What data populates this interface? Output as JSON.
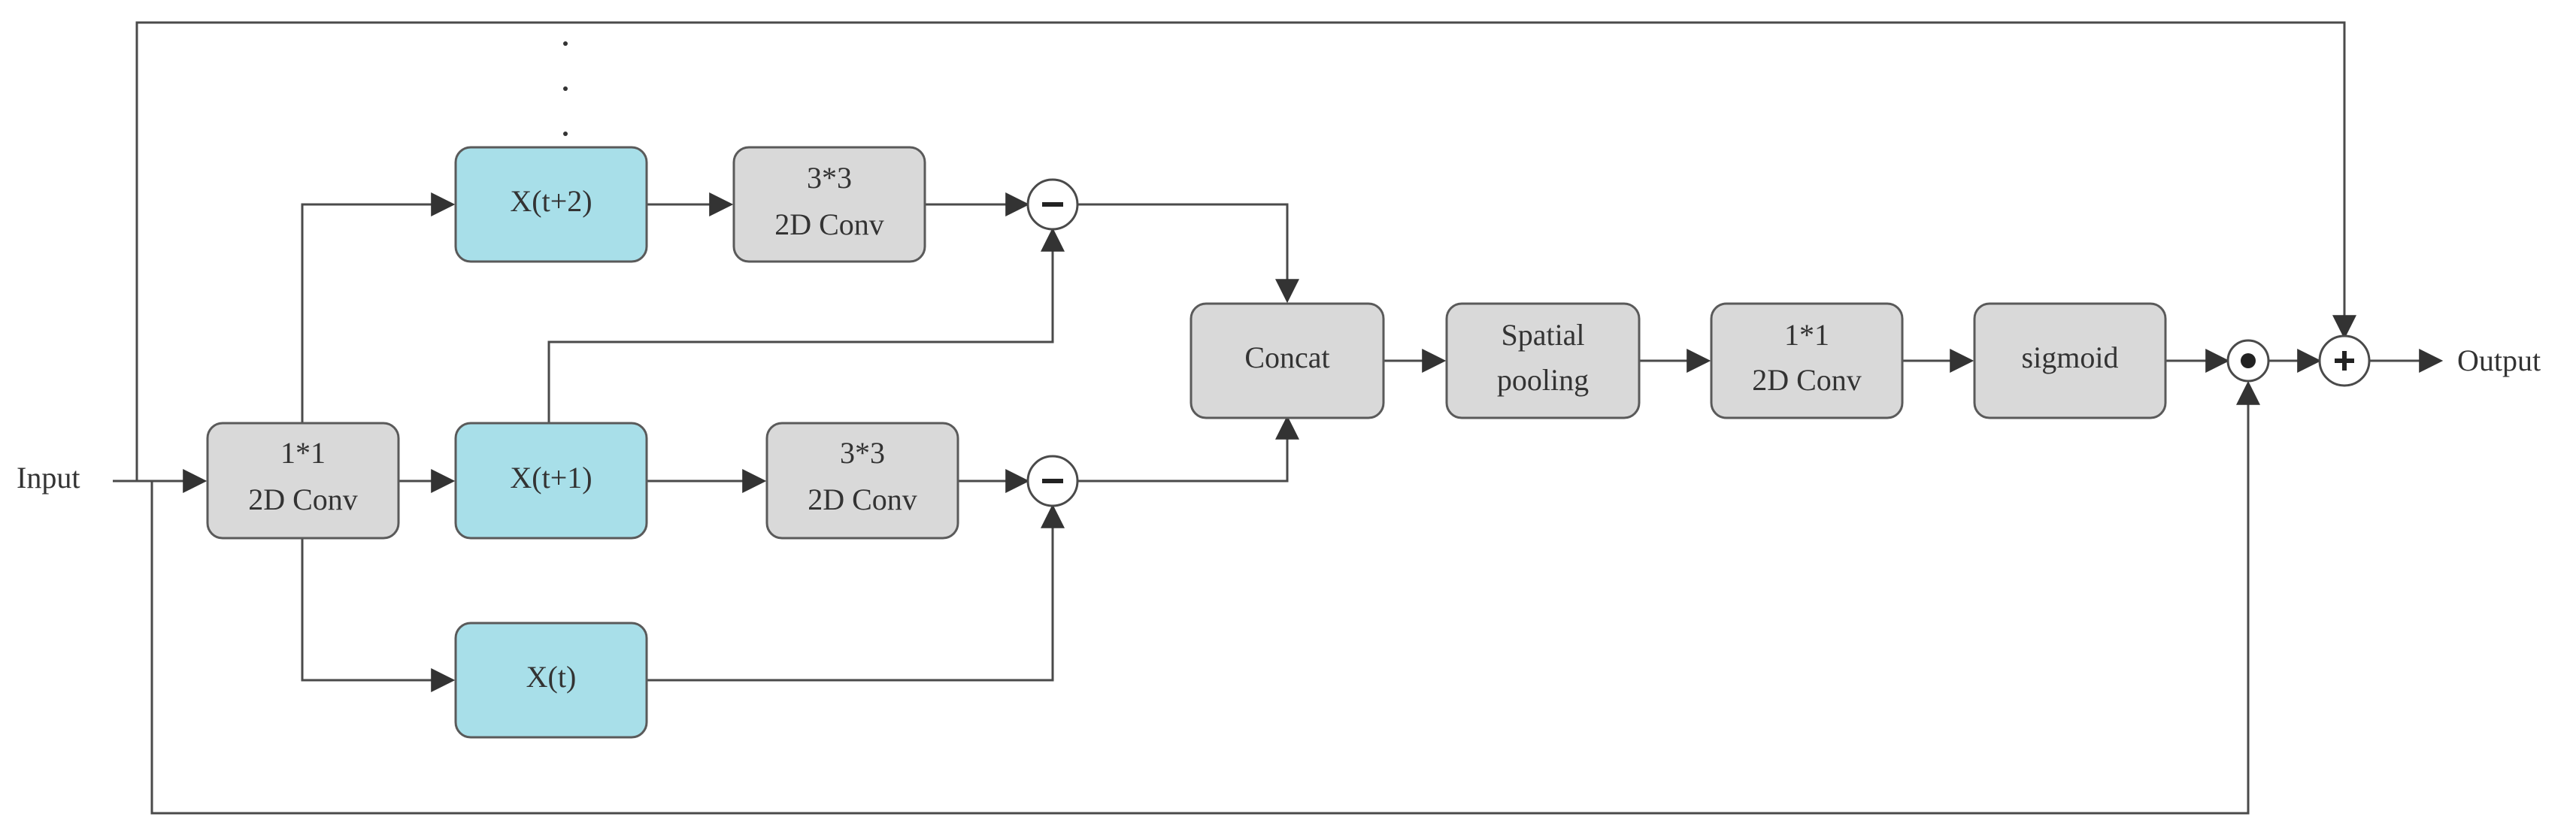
{
  "diagram": {
    "colors": {
      "gray_block": "#d9d9d9",
      "cyan_block": "#a8dfe9",
      "line": "#4a4a4a",
      "border": "#5a5a5a"
    },
    "input_label": "Input",
    "output_label": "Output",
    "blocks": {
      "conv1_left": [
        "1*1",
        "2D Conv"
      ],
      "x_t2": [
        "X(t+2)"
      ],
      "x_t1": [
        "X(t+1)"
      ],
      "x_t": [
        "X(t)"
      ],
      "conv3_top": [
        "3*3",
        "2D Conv"
      ],
      "conv3_mid": [
        "3*3",
        "2D Conv"
      ],
      "concat": [
        "Concat"
      ],
      "spatial_pool": [
        "Spatial",
        "pooling"
      ],
      "conv1_right": [
        "1*1",
        "2D Conv"
      ],
      "sigmoid": [
        "sigmoid"
      ]
    },
    "operators": {
      "sub_top": "minus-operator",
      "sub_mid": "minus-operator",
      "mul": "hadamard-product-operator",
      "add": "plus-operator"
    },
    "ellipsis": "⋮"
  }
}
